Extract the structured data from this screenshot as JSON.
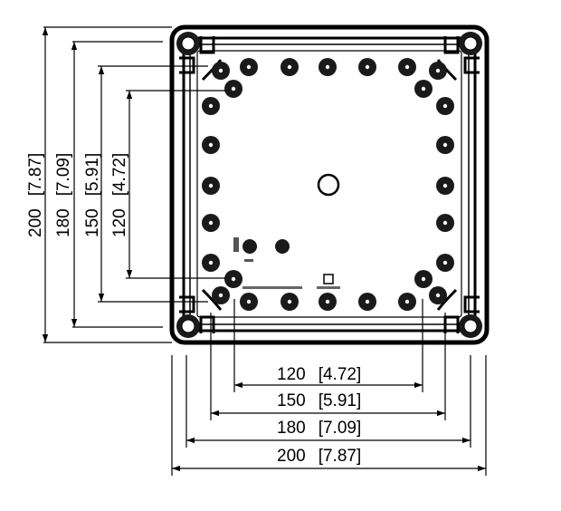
{
  "horizontal_dimensions": [
    {
      "mm": "120",
      "in": "[4.72]"
    },
    {
      "mm": "150",
      "in": "[5.91]"
    },
    {
      "mm": "180",
      "in": "[7.09]"
    },
    {
      "mm": "200",
      "in": "[7.87]"
    }
  ],
  "vertical_dimensions": [
    {
      "mm": "200",
      "in": "[7.87]"
    },
    {
      "mm": "180",
      "in": "[7.09]"
    },
    {
      "mm": "150",
      "in": "[5.91]"
    },
    {
      "mm": "120",
      "in": "[4.72]"
    }
  ],
  "colors": {
    "line": "#000000",
    "fill": "#1a1a1a",
    "background": "#ffffff"
  }
}
